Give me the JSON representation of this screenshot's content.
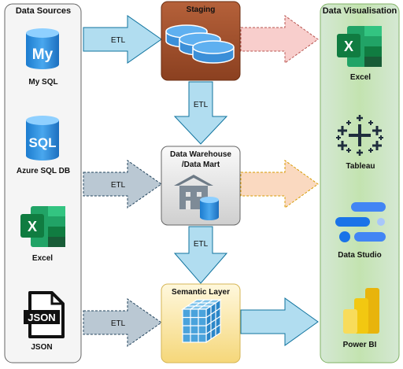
{
  "sources": {
    "title": "Data Sources",
    "items": [
      {
        "label": "My SQL",
        "icon": "mysql-icon"
      },
      {
        "label": "Azure SQL DB",
        "icon": "azure-sql-icon"
      },
      {
        "label": "Excel",
        "icon": "excel-icon"
      },
      {
        "label": "JSON",
        "icon": "json-icon"
      }
    ],
    "my_text": "My",
    "sql_text": "SQL",
    "json_text": "JSON"
  },
  "stages": {
    "staging": "Staging",
    "warehouse_line1": "Data Warehouse",
    "warehouse_line2": "/Data Mart",
    "semantic": "Semantic Layer"
  },
  "arrows": {
    "etl": "ETL"
  },
  "visualisation": {
    "title": "Data Visualisation",
    "items": [
      {
        "label": "Excel",
        "icon": "excel-icon"
      },
      {
        "label": "Tableau",
        "icon": "tableau-icon"
      },
      {
        "label": "Data Studio",
        "icon": "data-studio-icon"
      },
      {
        "label": "Power BI",
        "icon": "power-bi-icon"
      }
    ]
  },
  "colors": {
    "sources_panel": "#f5f5f5",
    "vis_panel": "#c8e6b2",
    "staging": "#a0522d",
    "warehouse": "#e6e6e6",
    "semantic": "#fff2cc",
    "blue_arrow": "#b1ddf0",
    "grey_arrow": "#bac8d3",
    "red_arrow": "#f8cecc",
    "orange_arrow": "#fad9c0"
  }
}
